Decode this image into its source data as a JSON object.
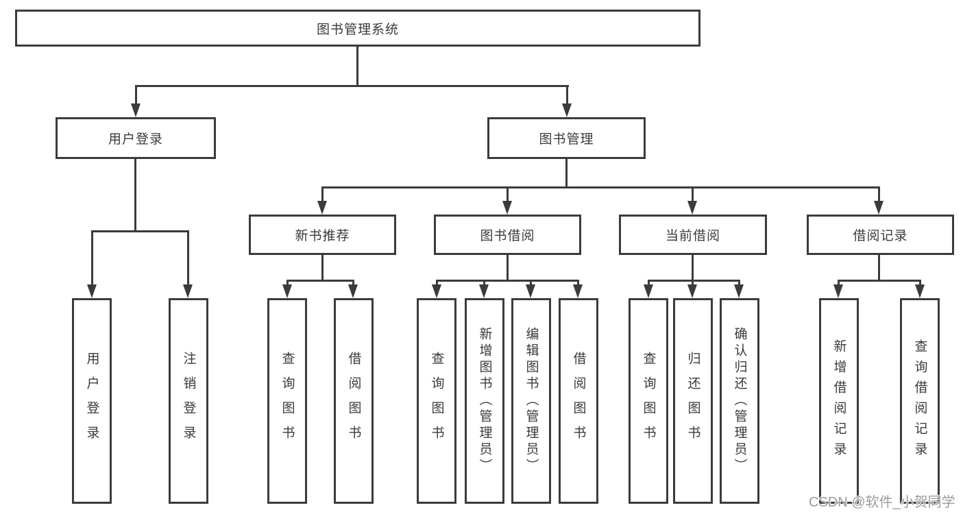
{
  "diagram": {
    "title": "图书管理系统",
    "level2": [
      {
        "label": "用户登录"
      },
      {
        "label": "图书管理"
      }
    ],
    "level3": [
      {
        "label": "新书推荐"
      },
      {
        "label": "图书借阅"
      },
      {
        "label": "当前借阅"
      },
      {
        "label": "借阅记录"
      }
    ],
    "leaves": [
      {
        "label": "用户登录"
      },
      {
        "label": "注销登录"
      },
      {
        "label": "查询图书"
      },
      {
        "label": "借阅图书"
      },
      {
        "label": "查询图书"
      },
      {
        "label": "新增图书（管理员）"
      },
      {
        "label": "编辑图书（管理员）"
      },
      {
        "label": "借阅图书"
      },
      {
        "label": "查询图书"
      },
      {
        "label": "归还图书"
      },
      {
        "label": "确认归还（管理员）"
      },
      {
        "label": "新增借阅记录"
      },
      {
        "label": "查询借阅记录"
      }
    ]
  },
  "colors": {
    "line": "#3b3b3b",
    "text": "#3a3a3a",
    "background": "#ffffff",
    "watermark": "#9b9b9b"
  },
  "watermark": {
    "text": "CSDN @软件_小贺同学"
  }
}
